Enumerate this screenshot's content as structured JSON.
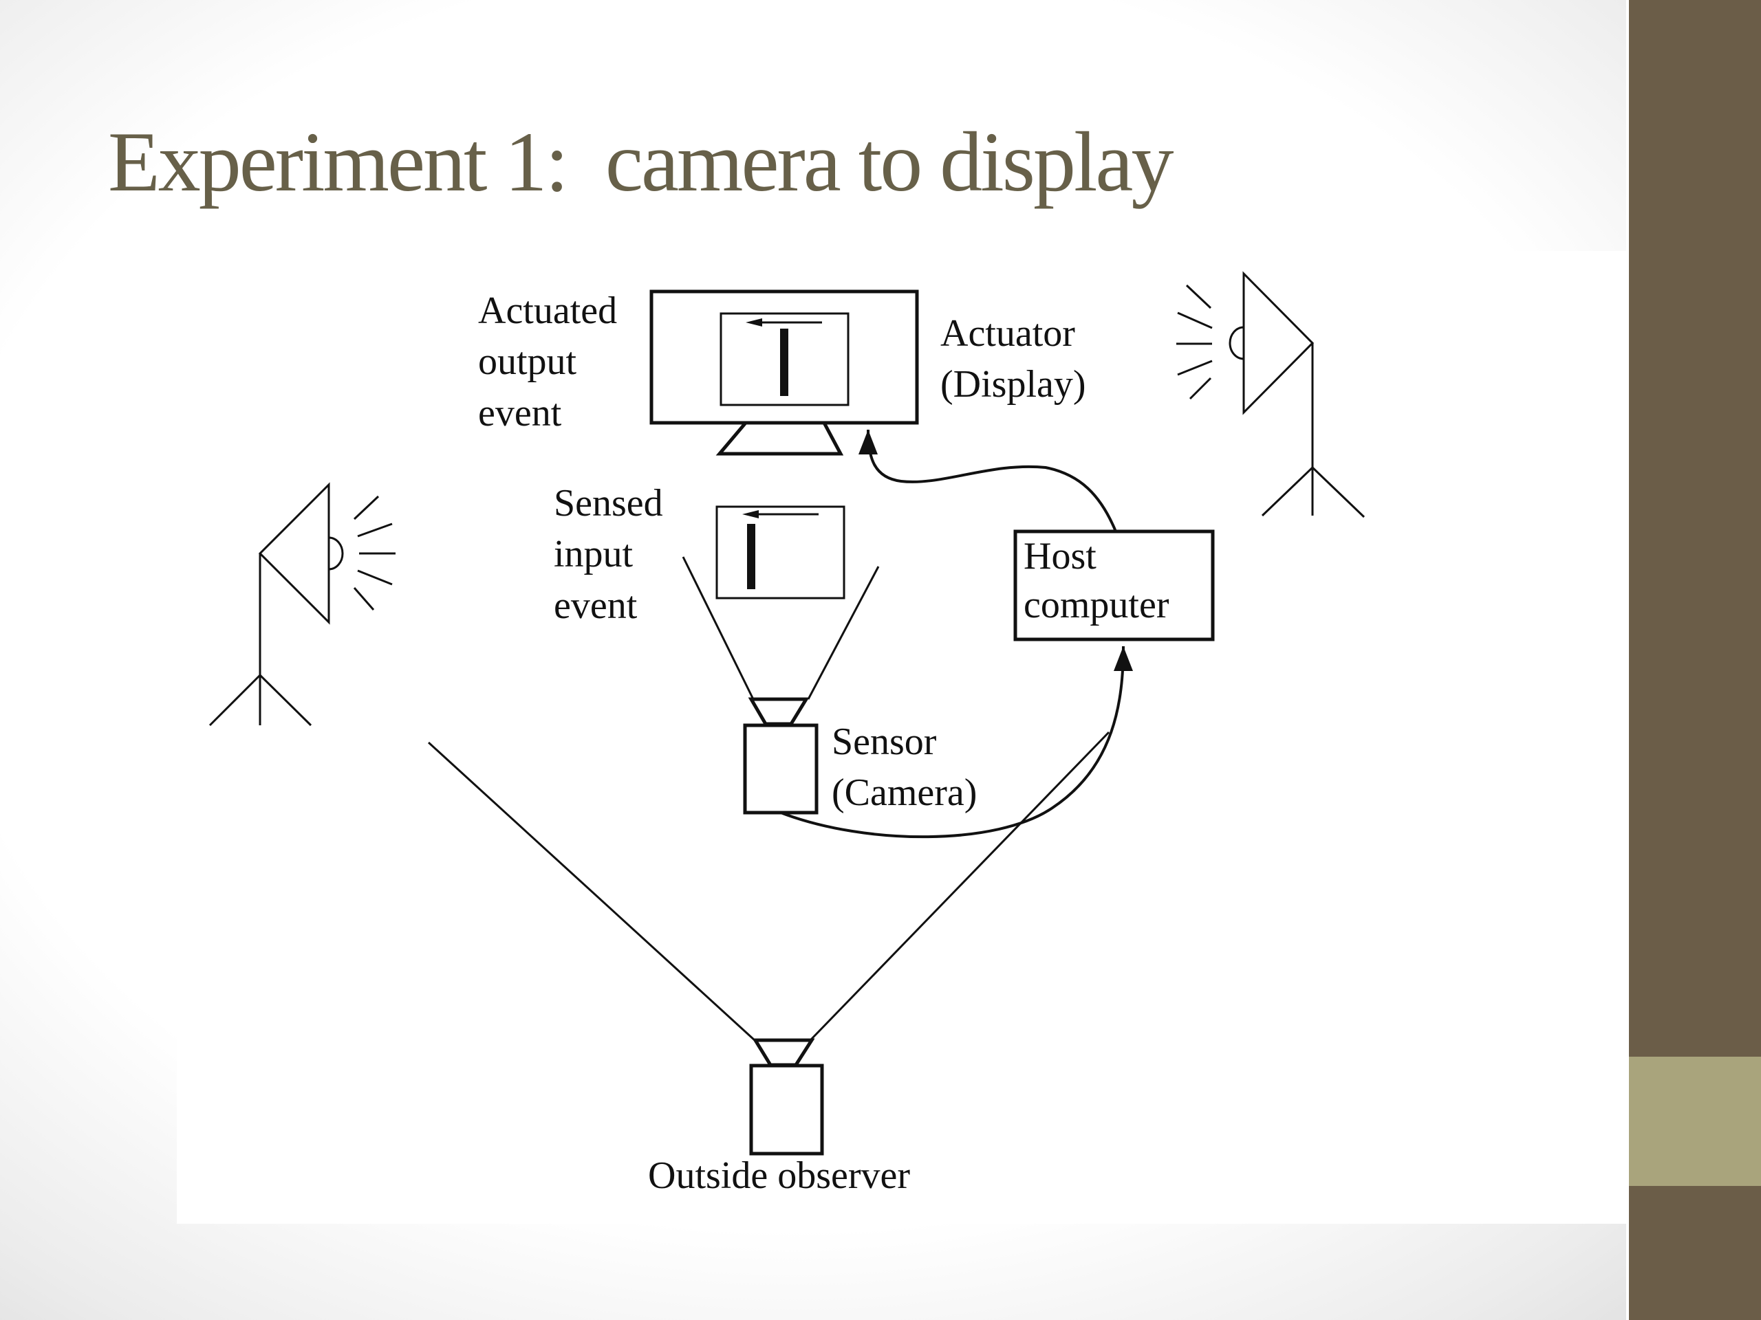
{
  "slide": {
    "title": "Experiment 1:  camera to display"
  },
  "diagram": {
    "actuated_label": [
      "Actuated",
      "output",
      "event"
    ],
    "actuator_label": [
      "Actuator",
      "(Display)"
    ],
    "sensed_label": [
      "Sensed",
      "input",
      "event"
    ],
    "host_label": [
      "Host",
      "computer"
    ],
    "sensor_label": [
      "Sensor",
      "(Camera)"
    ],
    "observer_label": "Outside observer"
  },
  "colors": {
    "title": "#676049",
    "sidebar": "#6b5d48",
    "sidebar_accent": "#a9a47c"
  }
}
